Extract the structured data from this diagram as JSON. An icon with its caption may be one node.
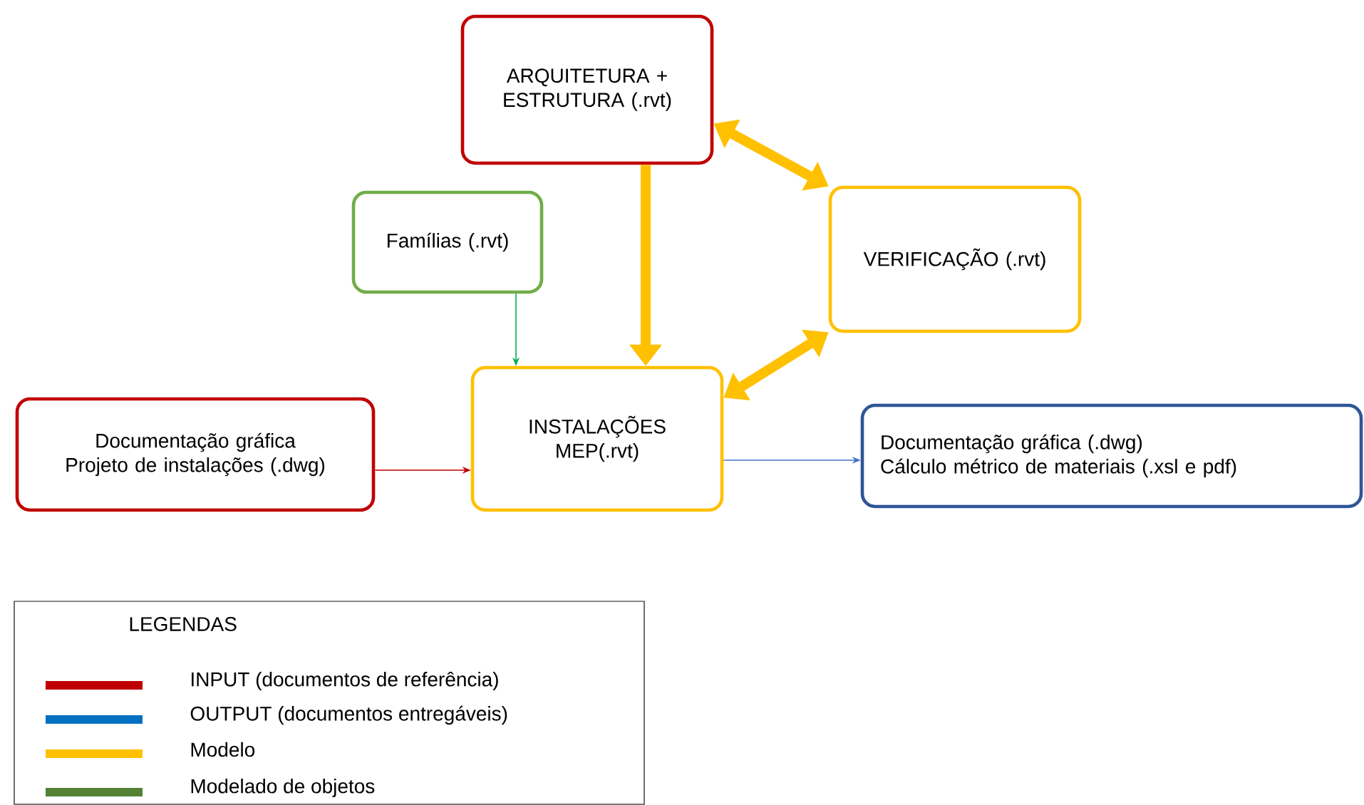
{
  "diagram": {
    "nodes": [
      {
        "text": [
          "ARQUITETURA + ESTRUTURA (.rvt)"
        ]
      },
      {
        "text": [
          "Famílias (.rvt)"
        ]
      },
      {
        "text": [
          "VERIFICAÇÃO (.rvt)"
        ]
      },
      {
        "text": [
          "Documentação gráfica",
          "Projeto de instalações (.dwg)"
        ]
      },
      {
        "text": [
          "INSTALAÇÕES MEP(.rvt)"
        ]
      },
      {
        "text": [
          "Documentação gráfica (.dwg)",
          "Cálculo métrico de materiais (.xsl e pdf)"
        ]
      }
    ],
    "edges": [
      {
        "from": 0,
        "to": 4,
        "arrow": "to",
        "style": "thick",
        "color": "#ffc000"
      },
      {
        "from": 0,
        "to": 2,
        "arrow": "both",
        "style": "thick",
        "color": "#ffc000"
      },
      {
        "from": 2,
        "to": 4,
        "arrow": "both",
        "style": "thick",
        "color": "#ffc000"
      },
      {
        "from": 1,
        "to": 4,
        "arrow": "to",
        "color": "#00b050"
      },
      {
        "from": 3,
        "to": 4,
        "arrow": "to",
        "color": "#c00000"
      },
      {
        "from": 4,
        "to": 5,
        "arrow": "to",
        "color": "#4472c4"
      }
    ],
    "labels": [
      "LEGENDAS"
    ],
    "legend": [
      {
        "text": "INPUT (documentos de referência)",
        "color": "#c00000"
      },
      {
        "text": "OUTPUT (documentos entregáveis)",
        "color": "#0070c0"
      },
      {
        "text": "Modelo",
        "color": "#ffc000"
      },
      {
        "text": "Modelado de objetos",
        "color": "#548235"
      }
    ]
  }
}
